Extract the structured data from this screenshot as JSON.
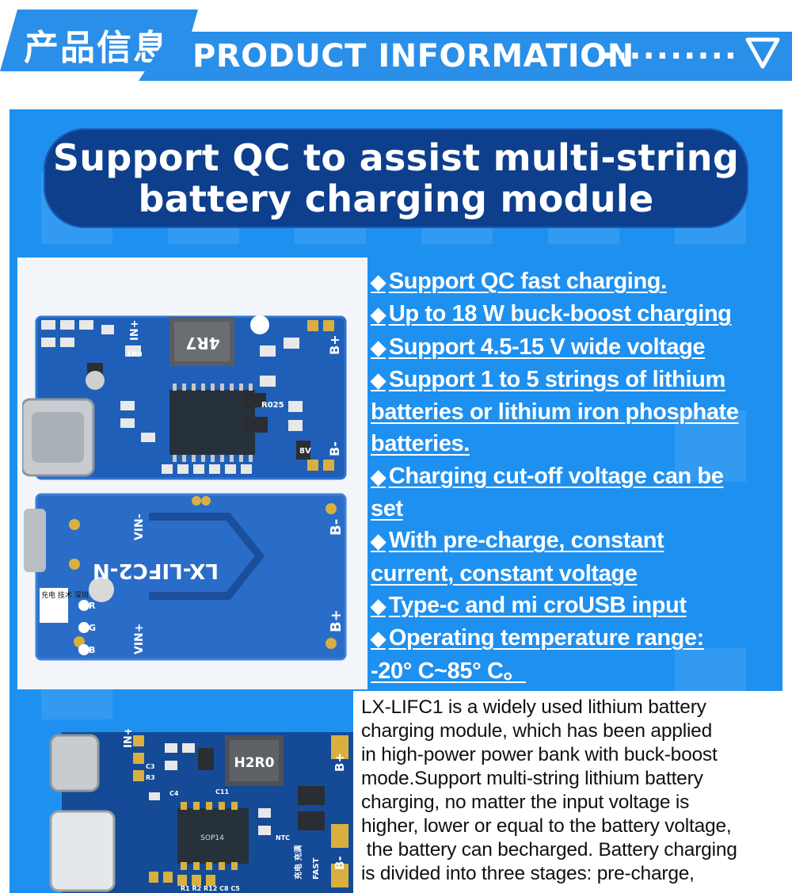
{
  "header": {
    "cn_title": "产品信息",
    "en_title": "PRODUCT INFORMATION",
    "dots": "··········"
  },
  "headline": {
    "line1": "Support QC to assist multi-string",
    "line2": "battery charging module"
  },
  "features": [
    "Support QC fast charging.",
    "Up to 18 W buck-boost charging",
    "Support 4.5-15 V wide voltage",
    "Support 1 to 5 strings of lithium",
    "batteries or lithium iron phosphate",
    "batteries.",
    "Charging cut-off voltage can be",
    "set",
    "With pre-charge, constant",
    "current, constant voltage",
    "Type-c and mi croUSB input",
    "Operating temperature range:",
    "-20° C~85° C。"
  ],
  "feature_bullet": "◆",
  "description": [
    "LX-LIFC1 is a widely used lithium battery",
    "charging module, which has been applied",
    "in high-power power bank with buck-boost",
    "mode.Support multi-string lithium battery",
    "charging, no matter the input voltage is",
    "higher, lower or equal to the battery voltage,",
    " the battery can becharged. Battery charging",
    "is divided into three stages: pre-charge,"
  ],
  "board1": {
    "inductor": "4R7",
    "pin_in_plus": "IN+",
    "pin_b_plus": "B+",
    "pin_b_minus": "B-",
    "part_r025": "R025",
    "part_8v": "8V",
    "part_1r0": "1R0"
  },
  "board2": {
    "brand": "LX-LIFC2-N",
    "pin_vin_minus": "VIN-",
    "pin_vin_plus": "VIN+",
    "pin_b_minus": "B-",
    "pin_b_plus": "B+",
    "pin_r": "R",
    "pin_g": "G",
    "pin_b": "B",
    "chinese_label": "充电 技术 深圳",
    "led_r": "R",
    "led_g": "G",
    "led_b": "B"
  },
  "board3": {
    "inductor": "H2R0",
    "pin_in_plus": "IN+",
    "pin_b_plus": "B+",
    "pin_b_minus": "B-",
    "chip": "SOP14",
    "fast_label": "FAST",
    "cn_label": "充电 充满",
    "pins_bottom": "R1 R2 R12 C8 C5",
    "c11": "C11",
    "c3": "C3",
    "c4": "C4",
    "r3": "R3",
    "ntc": "NTC"
  },
  "colors": {
    "panel_blue": "#1e90f0",
    "header_blue": "#2a8fe8",
    "pill_navy": "#0e3f8c",
    "pcb_blue": "#1f5fb8",
    "pcb_dark": "#154a96",
    "gold": "#d9b040"
  }
}
